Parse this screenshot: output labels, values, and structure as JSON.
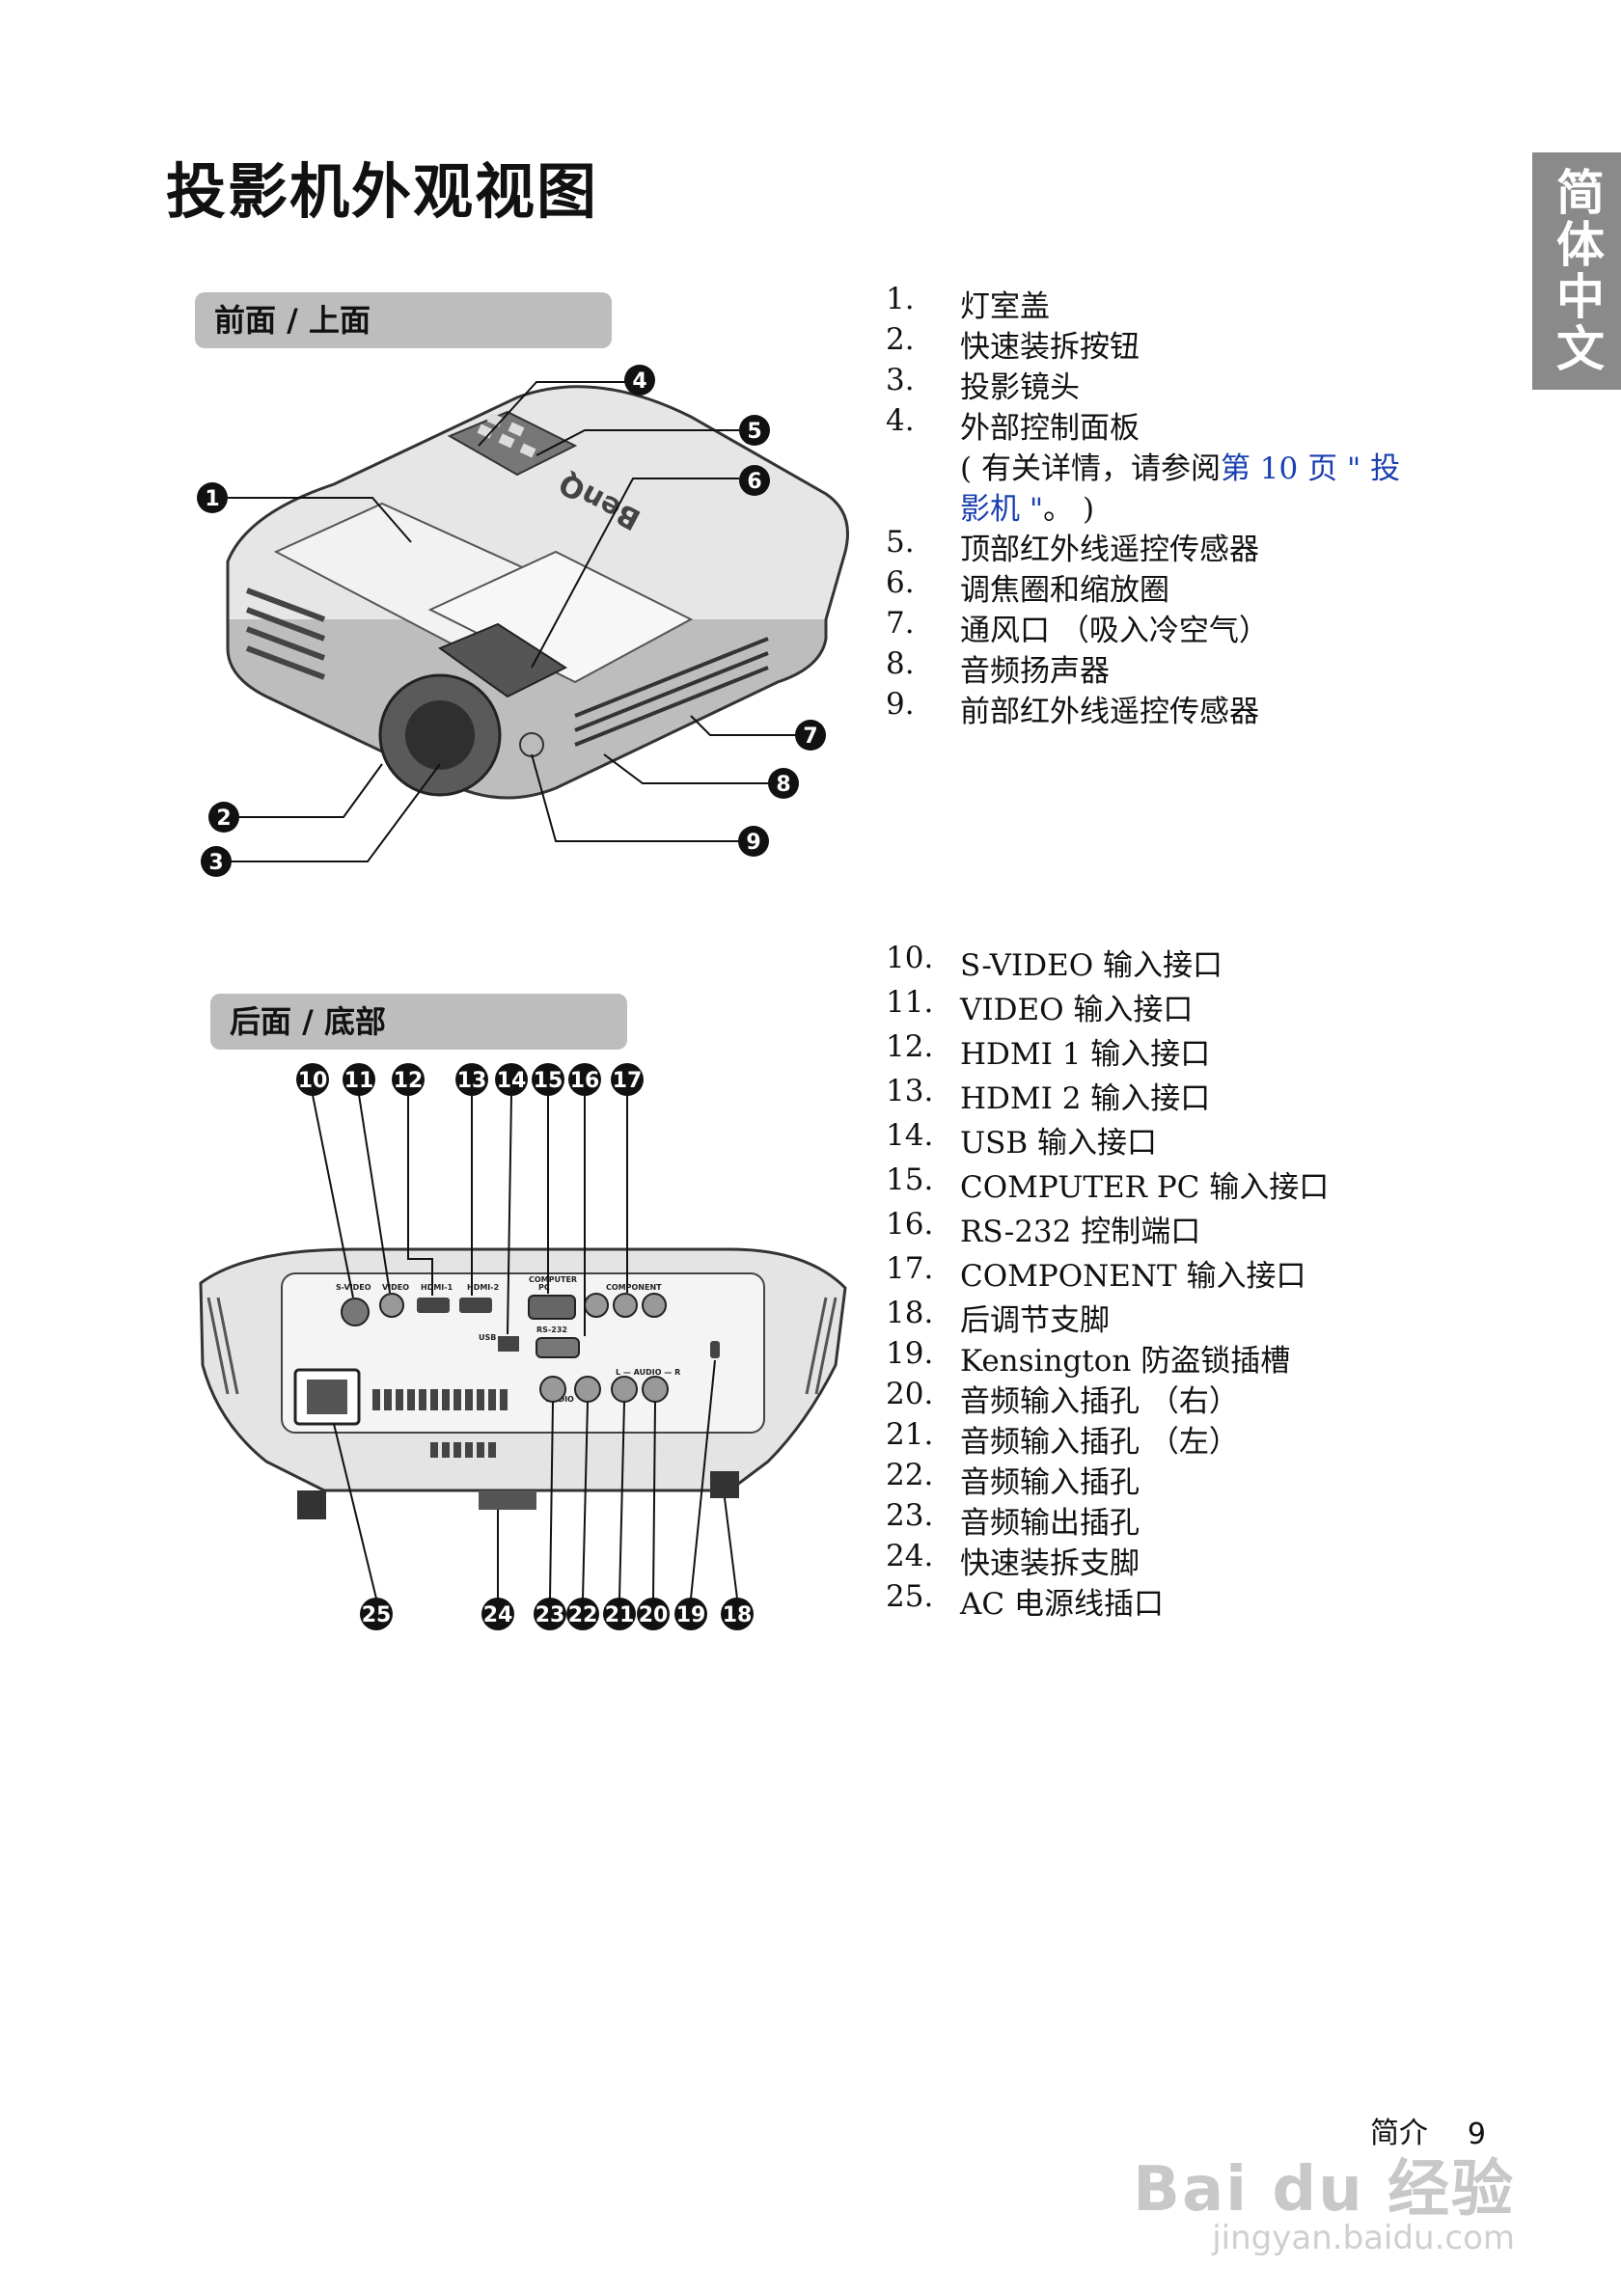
{
  "title": "投影机外观视图",
  "lang_tab": "简体中文",
  "front": {
    "header": "前面 / 上面",
    "items": [
      {
        "num": "1.",
        "text": "灯室盖"
      },
      {
        "num": "2.",
        "text": "快速装拆按钮"
      },
      {
        "num": "3.",
        "text": "投影镜头"
      },
      {
        "num": "4.",
        "text": "外部控制面板"
      },
      {
        "num": "5.",
        "text": "顶部红外线遥控传感器"
      },
      {
        "num": "6.",
        "text": "调焦圈和缩放圈"
      },
      {
        "num": "7.",
        "text": "通风口 （吸入冷空气）"
      },
      {
        "num": "8.",
        "text": "音频扬声器"
      },
      {
        "num": "9.",
        "text": "前部红外线遥控传感器"
      }
    ],
    "note_line1_prefix": "( 有关详情，请参阅",
    "note_link_line1": "第 10 页 \" 投",
    "note_link_line2": "影机 \"",
    "note_line2_suffix": "。 )",
    "callouts": [
      "1",
      "2",
      "3",
      "4",
      "5",
      "6",
      "7",
      "8",
      "9"
    ],
    "brand_mark": "BenQ"
  },
  "rear": {
    "header": "后面 / 底部",
    "items": [
      {
        "num": "10.",
        "text": "S-VIDEO 输入接口"
      },
      {
        "num": "11.",
        "text": "VIDEO 输入接口"
      },
      {
        "num": "12.",
        "text": "HDMI 1 输入接口"
      },
      {
        "num": "13.",
        "text": "HDMI 2 输入接口"
      },
      {
        "num": "14.",
        "text": "USB 输入接口"
      },
      {
        "num": "15.",
        "text": "COMPUTER PC 输入接口"
      },
      {
        "num": "16.",
        "text": "RS-232 控制端口"
      },
      {
        "num": "17.",
        "text": "COMPONENT 输入接口"
      },
      {
        "num": "18.",
        "text": "后调节支脚"
      },
      {
        "num": "19.",
        "text": "Kensington 防盗锁插槽"
      },
      {
        "num": "20.",
        "text": "音频输入插孔 （右）"
      },
      {
        "num": "21.",
        "text": "音频输入插孔 （左）"
      },
      {
        "num": "22.",
        "text": "音频输入插孔"
      },
      {
        "num": "23.",
        "text": "音频输出插孔"
      },
      {
        "num": "24.",
        "text": "快速装拆支脚"
      },
      {
        "num": "25.",
        "text": "AC 电源线插口"
      }
    ],
    "callouts_top": [
      "10",
      "11",
      "12",
      "13",
      "14",
      "15",
      "16",
      "17"
    ],
    "callouts_bottom": [
      "25",
      "24",
      "23",
      "22",
      "21",
      "20",
      "19",
      "18"
    ],
    "port_labels": [
      "S-VIDEO",
      "VIDEO",
      "HDMI-1",
      "HDMI-2",
      "COMPUTER",
      "PC",
      "COMPONENT",
      "USB",
      "RS-232",
      "AUDIO",
      "L — AUDIO — R"
    ]
  },
  "footer": {
    "section": "简介",
    "page": "9"
  },
  "watermark": {
    "text": "Bai du 经验",
    "url": "jingyan.baidu.com"
  }
}
